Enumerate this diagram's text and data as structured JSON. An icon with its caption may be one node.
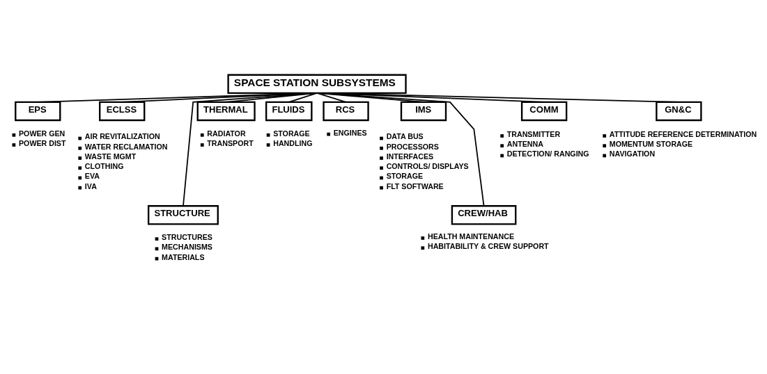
{
  "diagram": {
    "nodes": [
      {
        "text": [
          "SPACE STATION SUBSYSTEMS"
        ]
      },
      {
        "text": [
          "EPS"
        ],
        "beside": [
          "POWER GEN",
          "POWER DIST"
        ]
      },
      {
        "text": [
          "ECLSS"
        ],
        "beside": [
          "AIR REVITALIZATION",
          "WATER RECLAMATION",
          "WASTE MGMT",
          "CLOTHING",
          "EVA",
          "IVA"
        ]
      },
      {
        "text": [
          "THERMAL"
        ],
        "beside": [
          "RADIATOR",
          "TRANSPORT"
        ]
      },
      {
        "text": [
          "FLUIDS"
        ],
        "beside": [
          "STORAGE",
          "HANDLING"
        ]
      },
      {
        "text": [
          "RCS"
        ],
        "beside": [
          "ENGINES"
        ]
      },
      {
        "text": [
          "IMS"
        ],
        "beside": [
          "DATA BUS",
          "PROCESSORS",
          "INTERFACES",
          "CONTROLS/ DISPLAYS",
          "STORAGE",
          "FLT SOFTWARE"
        ]
      },
      {
        "text": [
          "COMM"
        ],
        "beside": [
          "TRANSMITTER",
          "ANTENNA",
          "DETECTION/ RANGING"
        ]
      },
      {
        "text": [
          "GN&C"
        ],
        "beside": [
          "ATTITUDE REFERENCE DETERMINATION",
          "MOMENTUM STORAGE",
          "NAVIGATION"
        ]
      },
      {
        "text": [
          "STRUCTURE"
        ],
        "beside": [
          "STRUCTURES",
          "MECHANISMS",
          "MATERIALS"
        ]
      },
      {
        "text": [
          "CREW/HAB"
        ],
        "beside": [
          "HEALTH MAINTENANCE",
          "HABITABILITY & CREW SUPPORT"
        ]
      }
    ],
    "edges": [
      {
        "from": 0,
        "to": 1,
        "arrow": "none"
      },
      {
        "from": 0,
        "to": 2,
        "arrow": "none"
      },
      {
        "from": 0,
        "to": 9,
        "arrow": "none"
      },
      {
        "from": 0,
        "to": 3,
        "arrow": "none"
      },
      {
        "from": 0,
        "to": 4,
        "arrow": "none"
      },
      {
        "from": 0,
        "to": 5,
        "arrow": "none"
      },
      {
        "from": 0,
        "to": 6,
        "arrow": "none"
      },
      {
        "from": 0,
        "to": 10,
        "arrow": "none"
      },
      {
        "from": 0,
        "to": 7,
        "arrow": "none"
      },
      {
        "from": 0,
        "to": 8,
        "arrow": "none"
      }
    ]
  }
}
